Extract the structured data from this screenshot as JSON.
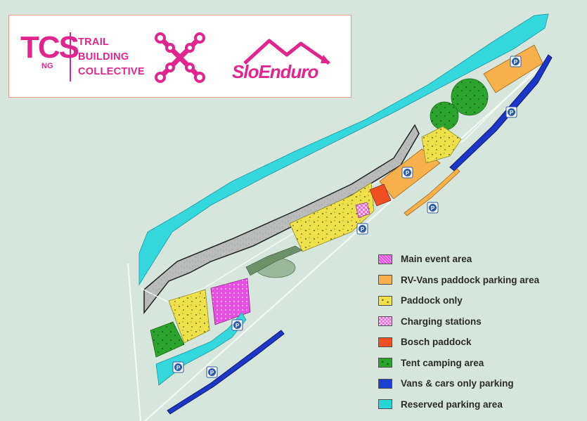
{
  "logos": {
    "tcs": {
      "letters": "TCS",
      "sub": "NG"
    },
    "trail_collective": [
      "TRAIL",
      "BUILDING",
      "COLLECTIVE"
    ],
    "sloenduro": "SloEnduro",
    "brand_color": "#e0258d"
  },
  "parking_marker": "P",
  "legend": [
    {
      "label": "Main event area",
      "color": "#e64fe0",
      "pattern": "dotted"
    },
    {
      "label": "RV-Vans paddock parking area",
      "color": "#f6b04c",
      "pattern": "solid"
    },
    {
      "label": "Paddock only",
      "color": "#eee14b",
      "pattern": "speckled"
    },
    {
      "label": "Charging stations",
      "color": "#f29be6",
      "pattern": "checker"
    },
    {
      "label": "Bosch paddock",
      "color": "#f04e23",
      "pattern": "solid"
    },
    {
      "label": "Tent camping area",
      "color": "#2ca32c",
      "pattern": "speckled"
    },
    {
      "label": "Vans & cars only parking",
      "color": "#1b3fd1",
      "pattern": "solid"
    },
    {
      "label": "Reserved parking area",
      "color": "#27d6d6",
      "pattern": "solid"
    }
  ],
  "colors": {
    "background": "#d7e6dc",
    "river": "#33d7dc",
    "rock": "#b9bcbb",
    "road": "#1c36c8"
  }
}
